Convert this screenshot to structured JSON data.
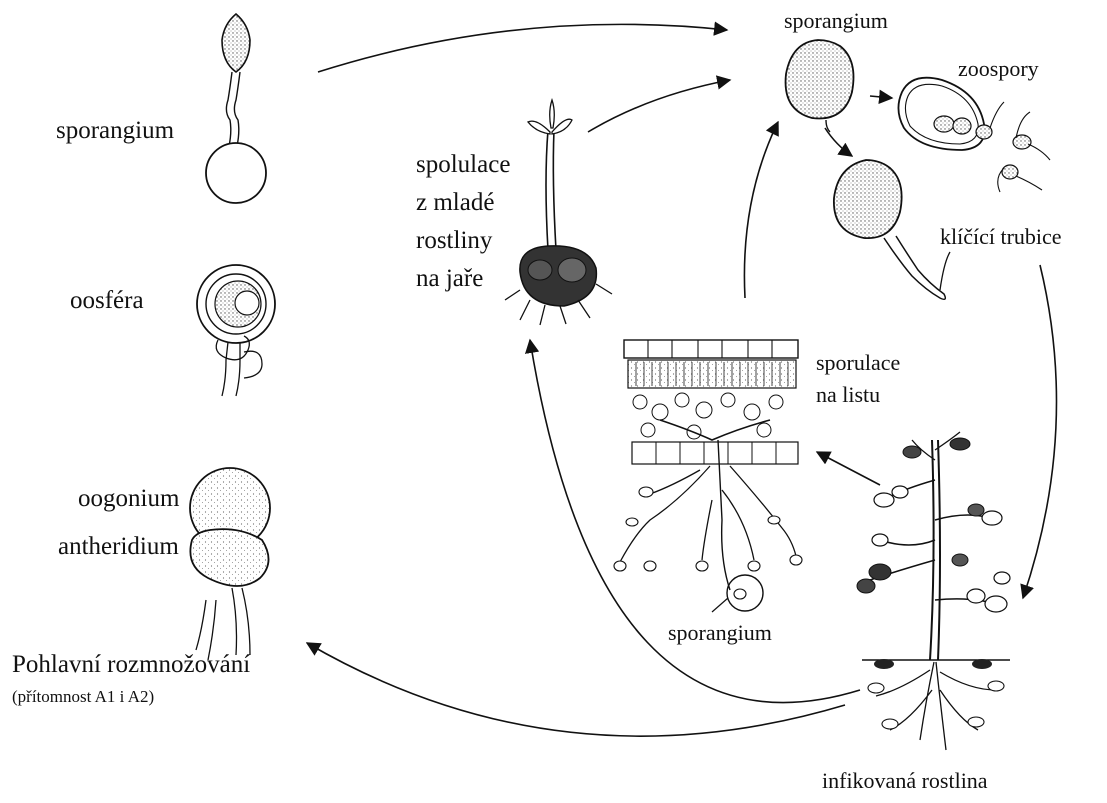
{
  "labels": {
    "left_sporangium": "sporangium",
    "oosfera": "oosféra",
    "oogonium": "oogonium",
    "antheridium": "antheridium",
    "sexual_title": "Pohlavní rozmnožování",
    "sexual_note": "(přítomnost A1 i A2)",
    "spolulace_line1": "spolulace",
    "spolulace_line2": "z mladé",
    "spolulace_line3": "rostliny",
    "spolulace_line4": "na jaře",
    "top_sporangium": "sporangium",
    "zoospory": "zoospory",
    "klicici_trubice": "klíčící trubice",
    "sporulace_line1": "sporulace",
    "sporulace_line2": "na listu",
    "bottom_sporangium": "sporangium",
    "infikovana": "infikovaná rostlina"
  }
}
